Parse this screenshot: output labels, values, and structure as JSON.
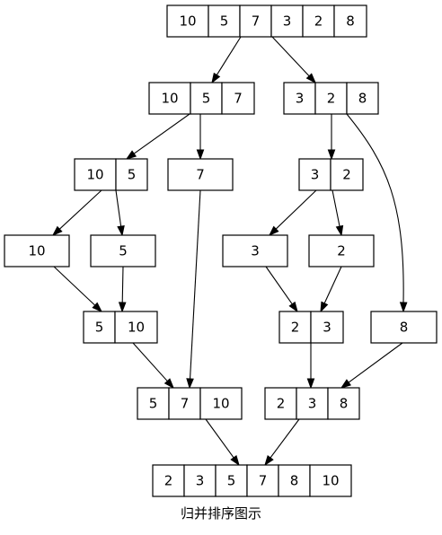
{
  "caption": "归并排序图示",
  "nodes": [
    {
      "id": "root",
      "cells": [
        "10",
        "5",
        "7",
        "3",
        "2",
        "8"
      ]
    },
    {
      "id": "L",
      "cells": [
        "10",
        "5",
        "7"
      ]
    },
    {
      "id": "R",
      "cells": [
        "3",
        "2",
        "8"
      ]
    },
    {
      "id": "LL",
      "cells": [
        "10",
        "5"
      ]
    },
    {
      "id": "L7",
      "cells": [
        "7"
      ]
    },
    {
      "id": "RL",
      "cells": [
        "3",
        "2"
      ]
    },
    {
      "id": "s10",
      "cells": [
        "10"
      ]
    },
    {
      "id": "s5",
      "cells": [
        "5"
      ]
    },
    {
      "id": "s3",
      "cells": [
        "3"
      ]
    },
    {
      "id": "s2",
      "cells": [
        "2"
      ]
    },
    {
      "id": "m5_10",
      "cells": [
        "5",
        "10"
      ]
    },
    {
      "id": "m2_3",
      "cells": [
        "2",
        "3"
      ]
    },
    {
      "id": "s8",
      "cells": [
        "8"
      ]
    },
    {
      "id": "m5_7_10",
      "cells": [
        "5",
        "7",
        "10"
      ]
    },
    {
      "id": "m2_3_8",
      "cells": [
        "2",
        "3",
        "8"
      ]
    },
    {
      "id": "final",
      "cells": [
        "2",
        "3",
        "5",
        "7",
        "8",
        "10"
      ]
    }
  ],
  "edges": [
    [
      "root",
      "L"
    ],
    [
      "root",
      "R"
    ],
    [
      "L",
      "LL"
    ],
    [
      "L",
      "L7"
    ],
    [
      "R",
      "RL"
    ],
    [
      "R",
      "s8"
    ],
    [
      "LL",
      "s10"
    ],
    [
      "LL",
      "s5"
    ],
    [
      "RL",
      "s3"
    ],
    [
      "RL",
      "s2"
    ],
    [
      "s10",
      "m5_10"
    ],
    [
      "s5",
      "m5_10"
    ],
    [
      "s3",
      "m2_3"
    ],
    [
      "s2",
      "m2_3"
    ],
    [
      "m5_10",
      "m5_7_10"
    ],
    [
      "L7",
      "m5_7_10"
    ],
    [
      "m2_3",
      "m2_3_8"
    ],
    [
      "s8",
      "m2_3_8"
    ],
    [
      "m5_7_10",
      "final"
    ],
    [
      "m2_3_8",
      "final"
    ]
  ]
}
